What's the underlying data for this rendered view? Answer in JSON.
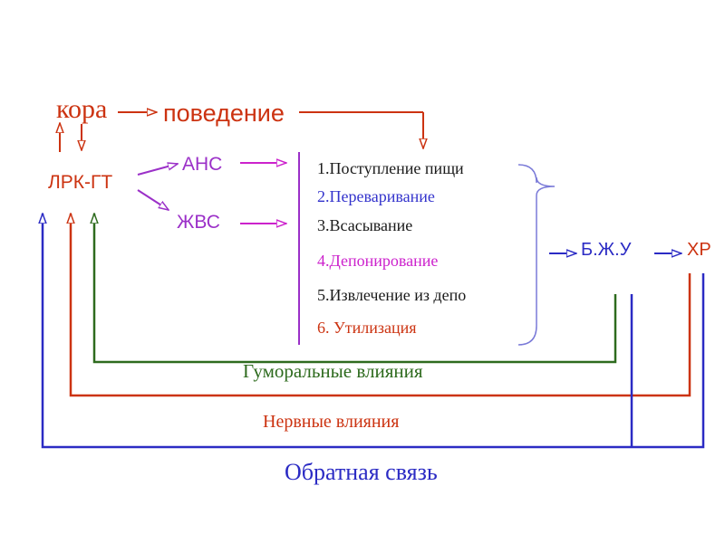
{
  "labels": {
    "kora": "кора",
    "povedenie": "поведение",
    "lrk_gt": "ЛРК-ГТ",
    "ans": "АНС",
    "zhvs": "ЖВС",
    "bzhu": "Б.Ж.У",
    "xr": "ХР"
  },
  "steps": [
    {
      "text": "1.Поступление пищи",
      "color": "#1a1a1a"
    },
    {
      "text": "2.Переваривание",
      "color": "#3333cc"
    },
    {
      "text": "3.Всасывание",
      "color": "#1a1a1a"
    },
    {
      "text": "4.Депонирование",
      "color": "#cc22cc"
    },
    {
      "text": "5.Извлечение из депо",
      "color": "#1a1a1a"
    },
    {
      "text": "6. Утилизация",
      "color": "#cc3311"
    }
  ],
  "loops": {
    "humoral": "Гуморальные влияния",
    "nervous": "Нервные влияния",
    "feedback": "Обратная связь"
  },
  "colors": {
    "red": "#cc3311",
    "purple": "#9b30c8",
    "magenta": "#cc22cc",
    "green": "#2e6b1e",
    "blue": "#2b2bc4",
    "text_dark": "#1a1a1a"
  }
}
